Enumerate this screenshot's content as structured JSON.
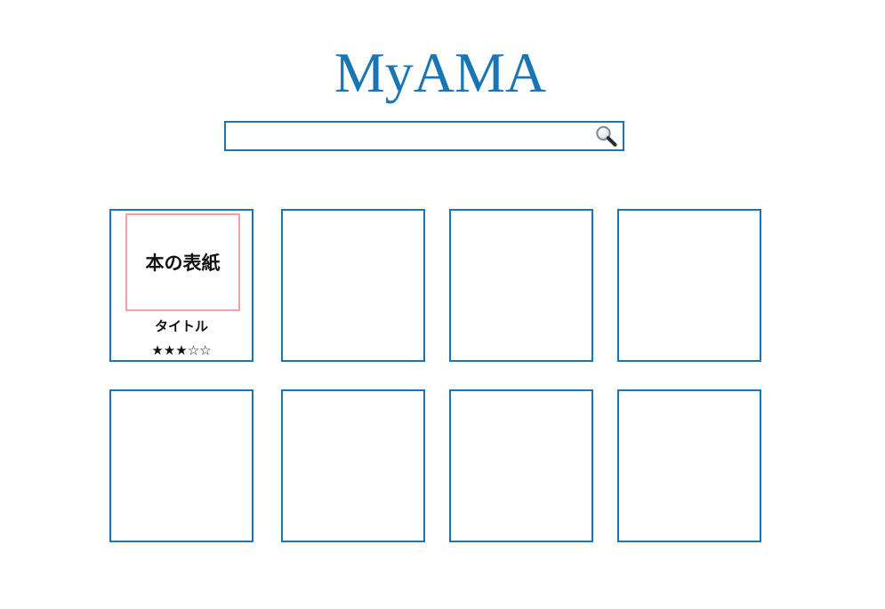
{
  "header": {
    "title": "MyAMA",
    "title_color": "#1a75b4"
  },
  "search": {
    "value": "",
    "placeholder": "",
    "icon": "magnifier-icon"
  },
  "books": [
    {
      "cover_text": "本の表紙",
      "title": "タイトル",
      "rating": 3,
      "rating_max": 5,
      "rating_text": "★★★☆☆"
    }
  ],
  "grid": {
    "empty_slots": 7,
    "border_color": "#1a75b4",
    "cover_border_color": "#f0a0a8"
  }
}
